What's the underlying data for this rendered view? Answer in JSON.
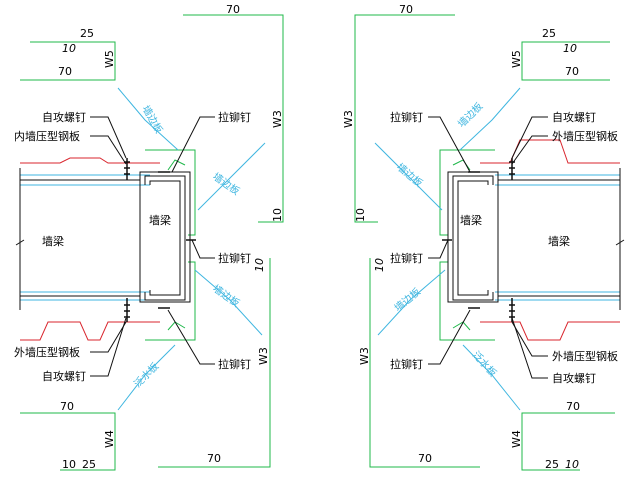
{
  "colors": {
    "background": "#ffffff",
    "flashing": "#1fb84a",
    "profile_sheet": "#d9262e",
    "callout": "#3fb6e0",
    "structure": "#101010",
    "dimension_text": "#000000"
  },
  "left": {
    "dim_top_25": "25",
    "dim_top_10": "10",
    "dim_top_70": "70",
    "dim_w5": "W5",
    "dim_top_outer_70": "70",
    "dim_w3_upper": "W3",
    "dim_10_upper": "10",
    "dim_10_lower": "10",
    "dim_w3_lower": "W3",
    "dim_bottom_70": "70",
    "dim_w4": "W4",
    "dim_bottom_10": "10",
    "dim_bottom_25": "25",
    "dim_bottom_outer_70": "70",
    "label_screw_top": "自攻螺钉",
    "label_inner_sheet": "内墙压型钢板",
    "label_rivet_top": "拉铆钉",
    "label_rivet_mid": "拉铆钉",
    "label_rivet_bottom": "拉铆钉",
    "label_outer_sheet": "外墙压型钢板",
    "label_screw_bottom": "自攻螺钉",
    "label_beam": "墙梁",
    "label_beam_inner": "墙梁",
    "callout_upper_a": "墙边板",
    "callout_upper_b": "墙边板",
    "callout_lower_a": "墙边板",
    "callout_lower_b": "泛水板"
  },
  "right": {
    "dim_top_70": "70",
    "dim_top_25": "25",
    "dim_top_10": "10",
    "dim_top_inner_70": "70",
    "dim_w5": "W5",
    "dim_w3_upper": "W3",
    "dim_10_upper": "10",
    "dim_10_lower": "10",
    "dim_w3_lower": "W3",
    "dim_bottom_70": "70",
    "dim_w4": "W4",
    "dim_bottom_25": "25",
    "dim_bottom_10": "10",
    "dim_bottom_outer_70": "70",
    "label_rivet_top": "拉铆钉",
    "label_screw_top": "自攻螺钉",
    "label_outer_sheet_top": "外墙压型钢板",
    "label_rivet_mid": "拉铆钉",
    "label_rivet_bottom": "拉铆钉",
    "label_outer_sheet_bottom": "外墙压型钢板",
    "label_screw_bottom": "自攻螺钉",
    "label_beam": "墙梁",
    "label_beam_inner": "墙梁",
    "callout_upper_a": "墙边板",
    "callout_upper_b": "墙边板",
    "callout_lower_a": "墙边板",
    "callout_lower_b": "泛水板"
  }
}
